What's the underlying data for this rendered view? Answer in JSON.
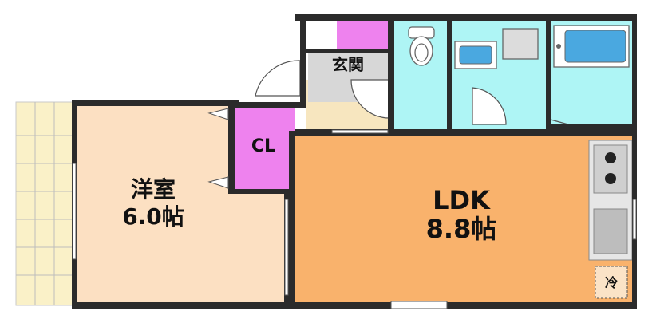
{
  "rooms": {
    "western": {
      "name": "洋室",
      "size": "6.0帖"
    },
    "ldk": {
      "name": "LDK",
      "size": "8.8帖"
    },
    "closet": {
      "label": "CL"
    },
    "entrance": {
      "label": "玄関"
    }
  },
  "fridge": {
    "label": "冷"
  },
  "colors": {
    "western_floor": "#fce0c2",
    "ldk_floor": "#f9b26c",
    "closet": "#ee82ee",
    "wet_area": "#aef5f5",
    "entrance_floor": "#f7e6bf",
    "entrance_tile": "#d7d7d7",
    "balcony": "#faf1c8",
    "walls": "#2b2b2b"
  }
}
